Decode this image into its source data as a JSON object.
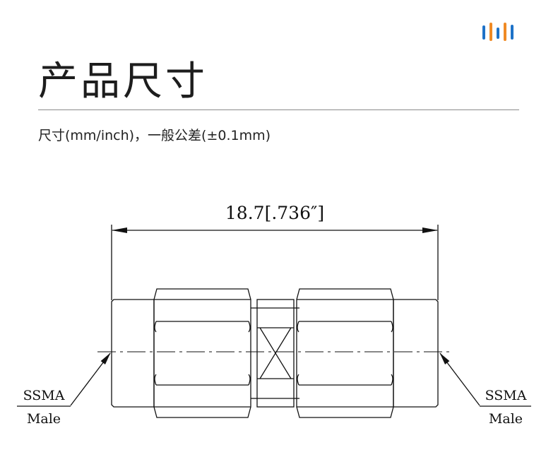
{
  "header": {
    "title": "产品尺寸",
    "subtitle": "尺寸(mm/inch)，一般公差(±0.1mm)"
  },
  "brand": {
    "logo_colors": [
      "#1e72c8",
      "#f08a24",
      "#1e72c8",
      "#f08a24",
      "#1e72c8"
    ],
    "icon": "brand-bars-icon"
  },
  "drawing": {
    "overall_length": "18.7[.736″]",
    "left_port": {
      "type": "SSMA",
      "gender": "Male"
    },
    "right_port": {
      "type": "SSMA",
      "gender": "Male"
    }
  }
}
